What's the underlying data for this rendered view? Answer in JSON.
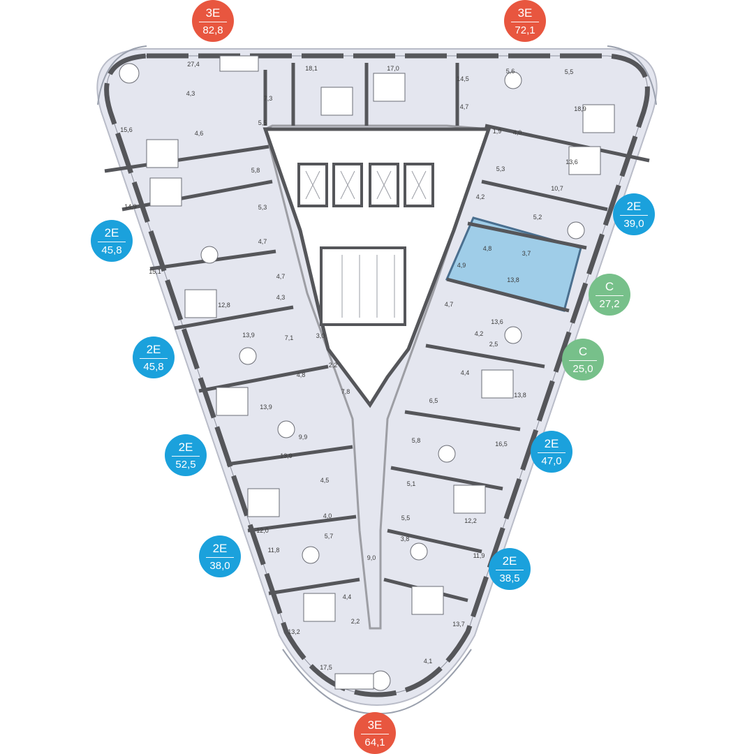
{
  "colors": {
    "three_room": "#e8563f",
    "two_room": "#1ba1dc",
    "studio": "#77c08a",
    "floor": "#e4e6ef",
    "wall": "#55565a",
    "selected": "#9fcde8"
  },
  "apartments": [
    {
      "id": "apt-top-left",
      "type": "3Е",
      "area": "82,8"
    },
    {
      "id": "apt-top-right",
      "type": "3Е",
      "area": "72,1"
    },
    {
      "id": "apt-right-1",
      "type": "2Е",
      "area": "39,0"
    },
    {
      "id": "apt-right-2",
      "type": "С",
      "area": "27,2"
    },
    {
      "id": "apt-right-3",
      "type": "С",
      "area": "25,0"
    },
    {
      "id": "apt-right-4",
      "type": "2Е",
      "area": "47,0"
    },
    {
      "id": "apt-right-5",
      "type": "2Е",
      "area": "38,5"
    },
    {
      "id": "apt-bottom",
      "type": "3Е",
      "area": "64,1"
    },
    {
      "id": "apt-left-1",
      "type": "2Е",
      "area": "45,8"
    },
    {
      "id": "apt-left-2",
      "type": "2Е",
      "area": "45,8"
    },
    {
      "id": "apt-left-3",
      "type": "2Е",
      "area": "52,5"
    },
    {
      "id": "apt-left-4",
      "type": "2Е",
      "area": "38,0"
    }
  ],
  "room_areas": [
    "27,4",
    "18,1",
    "17,0",
    "14,5",
    "5,6",
    "5,5",
    "4,3",
    "7,3",
    "4,7",
    "18,9",
    "15,6",
    "4,6",
    "5,5",
    "1,9",
    "4,0",
    "5,8",
    "13,6",
    "5,3",
    "14,9",
    "5,3",
    "10,7",
    "4,2",
    "5,2",
    "4,7",
    "4,8",
    "3,7",
    "15,1",
    "4,7",
    "4,9",
    "13,8",
    "12,8",
    "4,3",
    "4,7",
    "13,6",
    "13,9",
    "7,1",
    "3,0",
    "4,2",
    "2,5",
    "2,2",
    "4,8",
    "4,4",
    "7,8",
    "13,9",
    "6,5",
    "13,8",
    "9,9",
    "5,8",
    "16,5",
    "13,9",
    "4,5",
    "5,1",
    "4,0",
    "5,5",
    "12,2",
    "12,0",
    "5,7",
    "3,8",
    "11,8",
    "9,0",
    "11,9",
    "4,4",
    "2,2",
    "13,2",
    "13,7",
    "4,1",
    "17,5"
  ]
}
